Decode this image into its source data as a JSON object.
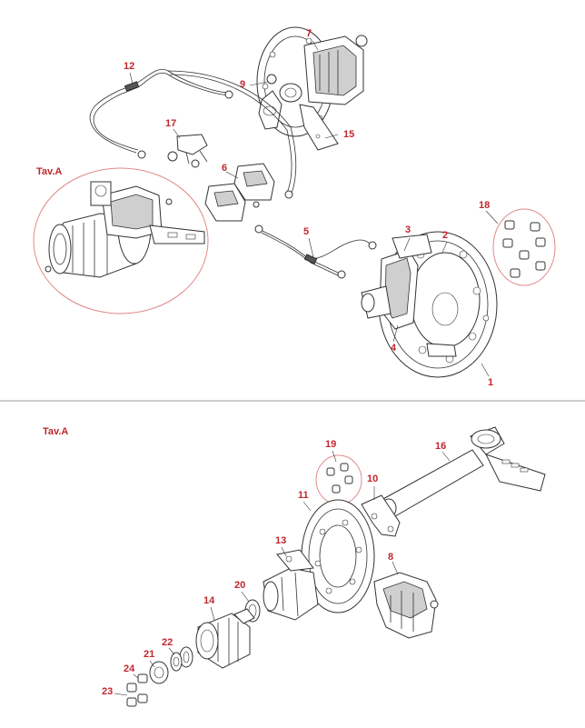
{
  "diagram": {
    "top_section": {
      "detail_label": "Tav.A",
      "callouts": [
        "1",
        "2",
        "3",
        "4",
        "5",
        "6",
        "7",
        "9",
        "12",
        "15",
        "17",
        "18"
      ]
    },
    "bottom_section": {
      "title": "Tav.A",
      "callouts": [
        "8",
        "10",
        "11",
        "13",
        "14",
        "16",
        "19",
        "20",
        "21",
        "22",
        "23",
        "24"
      ]
    },
    "colors": {
      "callout": "#c0272d",
      "line": "#333333",
      "detail_circle": "#e08a8a",
      "divider": "#999999"
    }
  }
}
